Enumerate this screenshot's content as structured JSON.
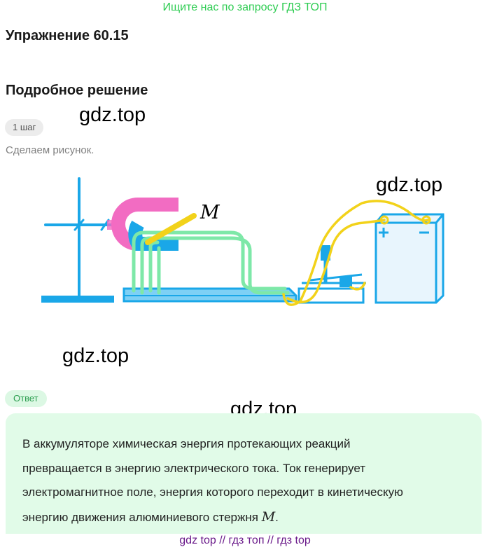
{
  "banner": {
    "text": "Ищите нас по запросу ГДЗ ТОП"
  },
  "exercise": {
    "title": "Упражнение 60.15"
  },
  "section": {
    "title": "Подробное решение"
  },
  "watermarks": [
    "gdz.top",
    "gdz.top",
    "gdz.top",
    "gdz.top"
  ],
  "step": {
    "badge": "1 шаг",
    "text": "Сделаем рисунок.",
    "figure_label": "M"
  },
  "answer": {
    "badge": "Ответ",
    "lines": [
      "В аккумуляторе химическая энергия протекающих реакций",
      "превращается в энергию электрического тока. Ток генерирует",
      "электромагнитное поле, энергия которого переходит в кинетическую",
      "энергию движения алюминиевого стержня "
    ],
    "math_symbol": "M",
    "end_punct": "."
  },
  "footer": {
    "text": "gdz top  //  гдз топ  //  гдз top"
  },
  "colors": {
    "accent_green": "#2ecc52",
    "answer_bg": "#e1fbe8",
    "stand_blue": "#1aa7e8",
    "rail_green": "#7ee8a8",
    "wire_yellow": "#f2d21a",
    "magnet_pink": "#f26cc2",
    "footer_purple": "#6a1a8a"
  }
}
